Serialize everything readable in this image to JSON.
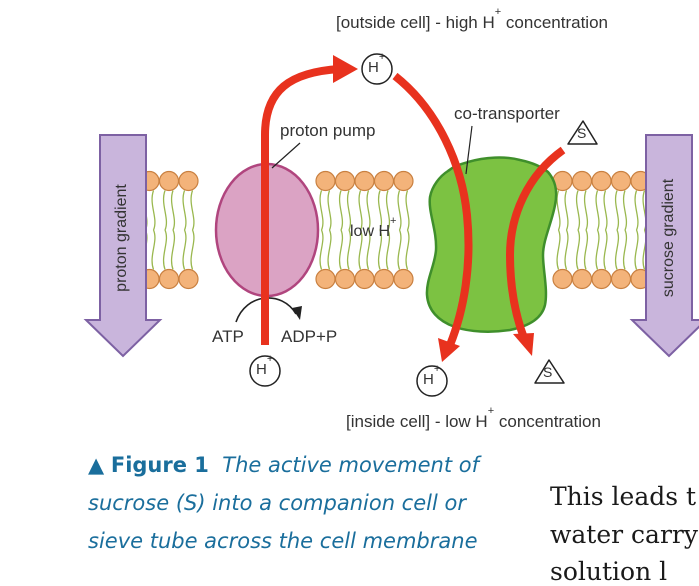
{
  "top_label": {
    "prefix": "[outside cell] - high H",
    "sup": "+",
    "suffix": " concentration"
  },
  "bottom_label": {
    "prefix": "[inside cell] - low H",
    "sup": "+",
    "suffix": " concentration"
  },
  "proton_pump_label": "proton pump",
  "cotransporter_label": "co-transporter",
  "low_h_label": {
    "text": "low H",
    "sup": "+"
  },
  "atp_label": "ATP",
  "adp_label": "ADP+P",
  "h_ion_label": {
    "text": "H",
    "sup": "+"
  },
  "sucrose_label": "S",
  "left_arrow_label": "proton gradient",
  "right_arrow_label": "sucrose gradient",
  "caption": {
    "marker": "▲",
    "figure_label": "Figure 1",
    "line1": "The active movement of",
    "line2": "sucrose (S) into a companion cell or",
    "line3": "sieve tube across the cell membrane"
  },
  "body_text": {
    "line1": "This leads t",
    "line2": "water carry",
    "line3": "solution l"
  },
  "colors": {
    "proton_pump": "#dba3c4",
    "proton_pump_edge": "#b0457e",
    "cotransporter": "#7cc242",
    "cotransporter_edge": "#3f8f2b",
    "phospholipid_head": "#f3b37a",
    "phospholipid_edge": "#c98040",
    "tail": "#9ab84f",
    "gradient_arrow": "#c9b5dc",
    "gradient_arrow_edge": "#7d61a3",
    "flow_arrow": "#e8321e",
    "caption": "#1a6e9c"
  }
}
